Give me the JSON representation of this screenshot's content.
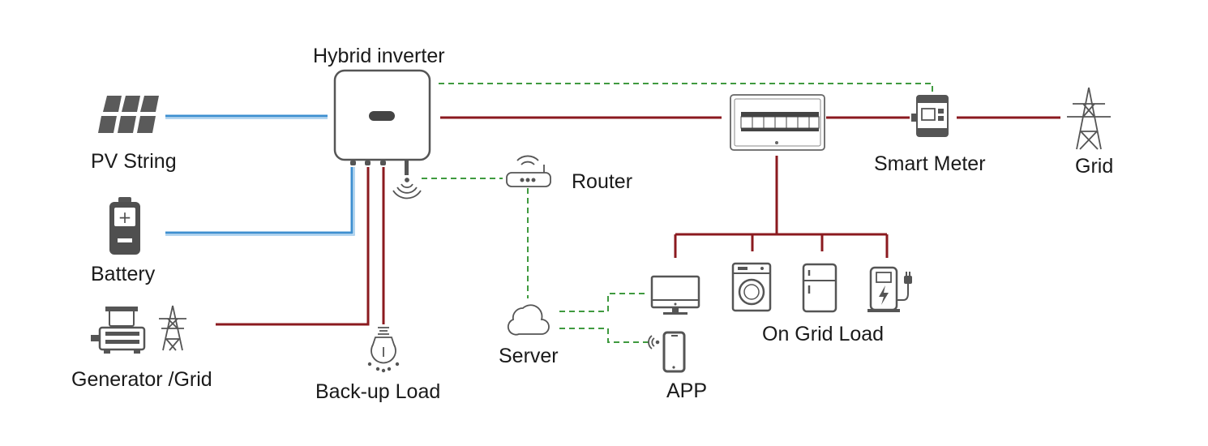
{
  "labels": {
    "hybrid_inverter": "Hybrid inverter",
    "pv_string": "PV String",
    "battery": "Battery",
    "generator_grid": "Generator /Grid",
    "backup_load": "Back-up Load",
    "router": "Router",
    "server": "Server",
    "app": "APP",
    "smart_meter": "Smart Meter",
    "grid": "Grid",
    "on_grid_load": "On Grid Load"
  },
  "colors": {
    "ac_line": "#8b1a1f",
    "dc_line": "#3d8fd0",
    "comm_line": "#3f9a3f",
    "icon_stroke": "#555555"
  },
  "icons": {
    "pv": "solar-panel-icon",
    "battery": "battery-icon",
    "generator": "generator-icon",
    "tower": "power-tower-icon",
    "bulb": "light-bulb-icon",
    "router": "router-icon",
    "cloud": "cloud-icon",
    "monitor": "monitor-icon",
    "phone": "smartphone-icon",
    "washer": "washing-machine-icon",
    "fridge": "refrigerator-icon",
    "ev": "ev-charger-icon",
    "panel": "distribution-box-icon",
    "meter": "smart-meter-icon"
  }
}
